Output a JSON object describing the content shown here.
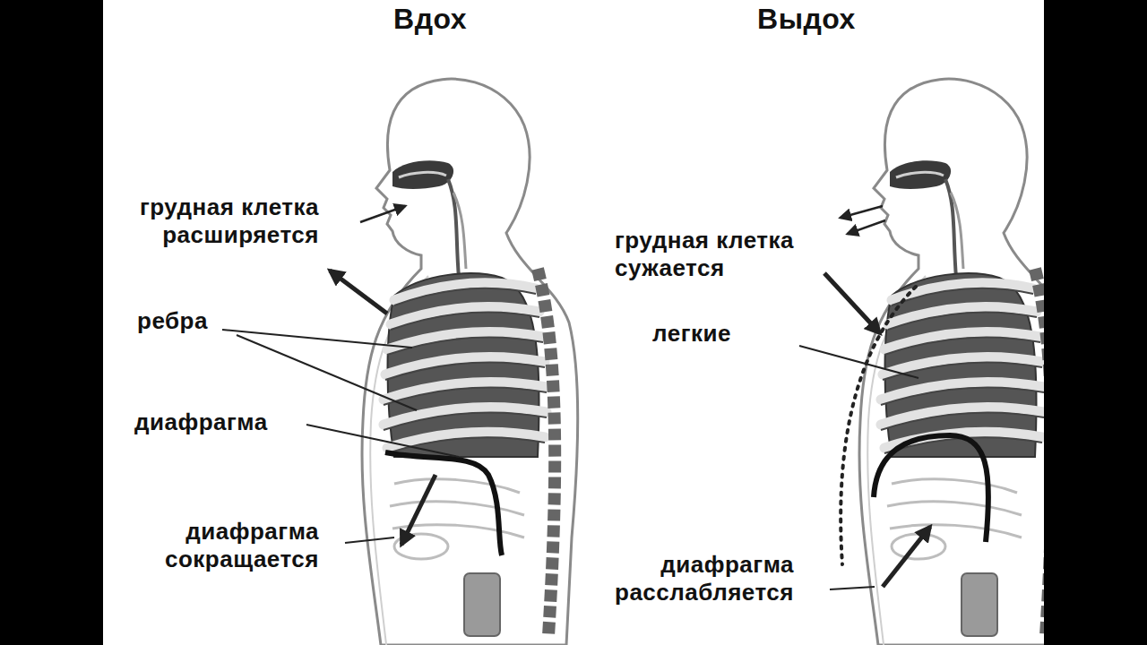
{
  "diagram": {
    "labels": [
      "Вдох",
      "Выдох",
      "грудная клетка расширяется",
      "ребра",
      "диафрагма",
      "диафрагма сокращается",
      "грудная клетка сужается",
      "легкие",
      "диафрагма расслабляется"
    ]
  }
}
